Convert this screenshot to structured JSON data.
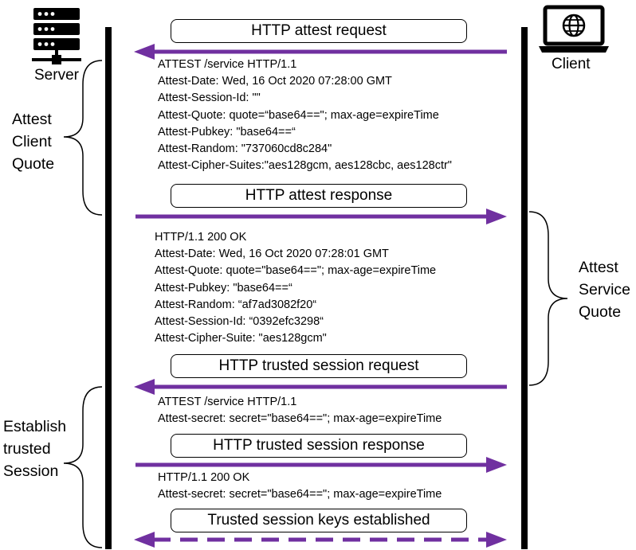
{
  "participants": {
    "server": "Server",
    "client": "Client"
  },
  "phases": {
    "attest_client": [
      "Attest",
      "Client",
      "Quote"
    ],
    "attest_service": [
      "Attest",
      "Service",
      "Quote"
    ],
    "establish": [
      "Establish",
      "trusted",
      "Session"
    ]
  },
  "messages": {
    "attest_request": {
      "title": "HTTP attest request",
      "lines": [
        "ATTEST /service HTTP/1.1",
        "Attest-Date: Wed, 16 Oct 2020 07:28:00 GMT",
        "Attest-Session-Id: \"\"",
        "Attest-Quote: quote=“base64==\"; max-age=expireTime",
        "Attest-Pubkey: \"base64==“",
        "Attest-Random: \"737060cd8c284\"",
        "Attest-Cipher-Suites:\"aes128gcm, aes128cbc, aes128ctr\""
      ]
    },
    "attest_response": {
      "title": "HTTP attest response",
      "lines": [
        "HTTP/1.1 200 OK",
        "Attest-Date: Wed, 16 Oct 2020 07:28:01 GMT",
        "Attest-Quote: quote=\"base64==\"; max-age=expireTime",
        "Attest-Pubkey: \"base64==“",
        "Attest-Random: “af7ad3082f20“",
        "Attest-Session-Id: “0392efc3298“",
        "Attest-Cipher-Suite: \"aes128gcm\""
      ]
    },
    "session_request": {
      "title": "HTTP trusted session request",
      "lines": [
        "ATTEST /service HTTP/1.1",
        "Attest-secret: secret=\"base64==\"; max-age=expireTime"
      ]
    },
    "session_response": {
      "title": "HTTP trusted session response",
      "lines": [
        "HTTP/1.1 200 OK",
        "Attest-secret: secret=\"base64==\"; max-age=expireTime"
      ]
    },
    "keys_established": {
      "title": "Trusted session keys established"
    }
  },
  "colors": {
    "arrow": "#7030a0",
    "line": "#000000"
  },
  "icons": {
    "server": "server-icon",
    "client": "laptop-globe-icon"
  }
}
